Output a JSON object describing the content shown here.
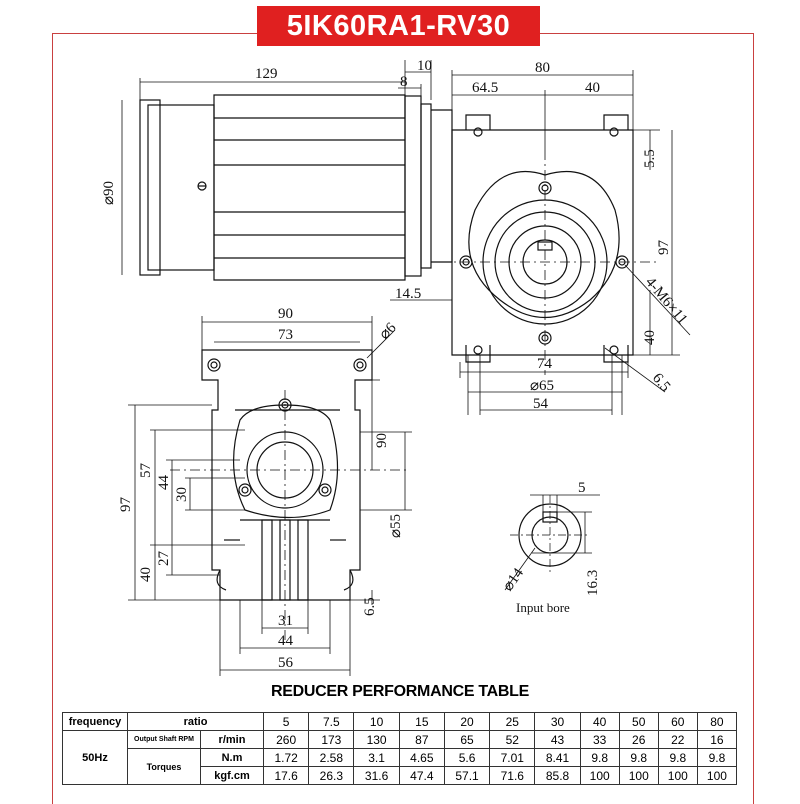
{
  "title": "5IK60RA1-RV30",
  "dimensions": {
    "top_view": {
      "motor_length": "129",
      "flange_10": "10",
      "flange_8": "8",
      "motor_diameter": "⌀90",
      "gearbox_width": "80",
      "offset_64_5": "64.5",
      "half_40": "40",
      "top_5_5": "5.5",
      "height_97": "97",
      "left_14_5": "14.5",
      "mount_holes": "4-M6×11",
      "bottom_40": "40",
      "width_74": "74",
      "dia_65": "⌀65",
      "width_54": "54",
      "small_6_5": "6.5"
    },
    "front_view": {
      "width_90": "90",
      "width_73": "73",
      "hole_6": "⌀6",
      "height_97": "97",
      "height_57": "57",
      "height_44": "44",
      "height_30": "30",
      "height_90": "90",
      "dia_55": "⌀55",
      "height_40": "40",
      "height_27": "27",
      "small_6_5": "6.5",
      "width_31": "31",
      "width_44": "44",
      "width_56": "56"
    },
    "input_bore": {
      "key_5": "5",
      "depth_16_3": "16.3",
      "dia_14": "⌀14",
      "label": "Input bore"
    }
  },
  "table": {
    "title": "REDUCER PERFORMANCE TABLE",
    "frequency_label": "frequency",
    "ratio_label": "ratio",
    "frequency_value": "50Hz",
    "output_speed_label": "Output Shaft RPM",
    "torques_label": "Torques",
    "ratios": [
      "5",
      "7.5",
      "10",
      "15",
      "20",
      "25",
      "30",
      "40",
      "50",
      "60",
      "80"
    ],
    "rows": [
      {
        "unit": "r/min",
        "values": [
          "260",
          "173",
          "130",
          "87",
          "65",
          "52",
          "43",
          "33",
          "26",
          "22",
          "16"
        ]
      },
      {
        "unit": "N.m",
        "values": [
          "1.72",
          "2.58",
          "3.1",
          "4.65",
          "5.6",
          "7.01",
          "8.41",
          "9.8",
          "9.8",
          "9.8",
          "9.8"
        ]
      },
      {
        "unit": "kgf.cm",
        "values": [
          "17.6",
          "26.3",
          "31.6",
          "47.4",
          "57.1",
          "71.6",
          "85.8",
          "100",
          "100",
          "100",
          "100"
        ]
      }
    ]
  }
}
